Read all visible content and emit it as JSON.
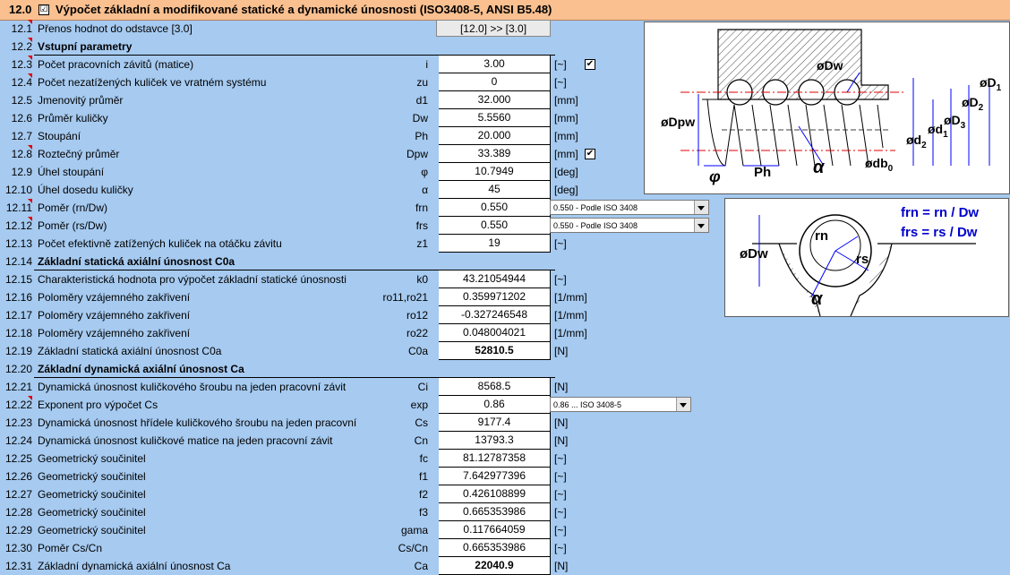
{
  "header": {
    "number": "12.0",
    "checkbox": "☑",
    "title": "Výpočet základní a modifikované statické a dynamické únosnosti (ISO3408-5, ANSI B5.48)"
  },
  "rows": [
    {
      "id": "12.1",
      "label": "Přenos hodnot do odstavce [3.0]",
      "button": "[12.0] >> [3.0]"
    },
    {
      "id": "12.2",
      "label": "Vstupní parametry"
    },
    {
      "id": "12.3",
      "label": "Počet pracovních závitů (matice)",
      "sym": "i",
      "value": "3.00",
      "unit": "[~]",
      "check": "✔"
    },
    {
      "id": "12.4",
      "label": "Počet nezatížených kuliček ve vratném systému",
      "sym": "zu",
      "value": "0",
      "unit": "[~]"
    },
    {
      "id": "12.5",
      "label": "Jmenovitý průměr",
      "sym": "d1",
      "value": "32.000",
      "unit": "[mm]"
    },
    {
      "id": "12.6",
      "label": "Průměr kuličky",
      "sym": "Dw",
      "value": "5.5560",
      "unit": "[mm]"
    },
    {
      "id": "12.7",
      "label": "Stoupání",
      "sym": "Ph",
      "value": "20.000",
      "unit": "[mm]"
    },
    {
      "id": "12.8",
      "label": "Roztečný průměr",
      "sym": "Dpw",
      "value": "33.389",
      "unit": "[mm]",
      "check": "✔"
    },
    {
      "id": "12.9",
      "label": "Úhel stoupání",
      "sym": "φ",
      "value": "10.7949",
      "unit": "[deg]"
    },
    {
      "id": "12.10",
      "label": "Úhel dosedu kuličky",
      "sym": "α",
      "value": "45",
      "unit": "[deg]"
    },
    {
      "id": "12.11",
      "label": "Poměr (rn/Dw)",
      "sym": "frn",
      "value": "0.550",
      "select": "0.550 - Podle ISO 3408"
    },
    {
      "id": "12.12",
      "label": "Poměr (rs/Dw)",
      "sym": "frs",
      "value": "0.550",
      "select": "0.550 - Podle ISO 3408"
    },
    {
      "id": "12.13",
      "label": "Počet efektivně zatížených kuliček na otáčku závitu",
      "sym": "z1",
      "value": "19",
      "unit": "[~]"
    },
    {
      "id": "12.14",
      "label": "Základní statická axiální únosnost C0a"
    },
    {
      "id": "12.15",
      "label": "Charakteristická hodnota pro výpočet základní statické únosnosti",
      "sym": "k0",
      "value": "43.21054944",
      "unit": "[~]"
    },
    {
      "id": "12.16",
      "label": "Poloměry vzájemného zakřivení",
      "sym": "ro11,ro21",
      "value": "0.359971202",
      "unit": "[1/mm]"
    },
    {
      "id": "12.17",
      "label": "Poloměry vzájemného zakřivení",
      "sym": "ro12",
      "value": "-0.327246548",
      "unit": "[1/mm]"
    },
    {
      "id": "12.18",
      "label": "Poloměry vzájemného zakřivení",
      "sym": "ro22",
      "value": "0.048004021",
      "unit": "[1/mm]"
    },
    {
      "id": "12.19",
      "label": "Základní statická axiální únosnost C0a",
      "sym": "C0a",
      "value": "52810.5",
      "unit": "[N]",
      "bold": true
    },
    {
      "id": "12.20",
      "label": "Základní dynamická axiální únosnost Ca"
    },
    {
      "id": "12.21",
      "label": "Dynamická únosnost kuličkového šroubu na jeden pracovní závit",
      "sym": "Ci",
      "value": "8568.5",
      "unit": "[N]"
    },
    {
      "id": "12.22",
      "label": "Exponent pro výpočet Cs",
      "sym": "exp",
      "value": "0.86",
      "select": "0.86 ... ISO 3408-5"
    },
    {
      "id": "12.23",
      "label": "Dynamická únosnost hřídele kuličkového šroubu na jeden pracovní",
      "sym": "Cs",
      "value": "9177.4",
      "unit": "[N]"
    },
    {
      "id": "12.24",
      "label": "Dynamická únosnost kuličkové matice na jeden pracovní závit",
      "sym": "Cn",
      "value": "13793.3",
      "unit": "[N]"
    },
    {
      "id": "12.25",
      "label": "Geometrický součinitel",
      "sym": "fc",
      "value": "81.12787358",
      "unit": "[~]"
    },
    {
      "id": "12.26",
      "label": "Geometrický součinitel",
      "sym": "f1",
      "value": "7.642977396",
      "unit": "[~]"
    },
    {
      "id": "12.27",
      "label": "Geometrický součinitel",
      "sym": "f2",
      "value": "0.426108899",
      "unit": "[~]"
    },
    {
      "id": "12.28",
      "label": "Geometrický součinitel",
      "sym": "f3",
      "value": "0.665353986",
      "unit": "[~]"
    },
    {
      "id": "12.29",
      "label": "Geometrický součinitel",
      "sym": "gama",
      "value": "0.117664059",
      "unit": "[~]"
    },
    {
      "id": "12.30",
      "label": "Poměr Cs/Cn",
      "sym": "Cs/Cn",
      "value": "0.665353986",
      "unit": "[~]"
    },
    {
      "id": "12.31",
      "label": "Základní dynamická axiální únosnost Ca",
      "sym": "Ca",
      "value": "22040.9",
      "unit": "[N]",
      "bold": true
    }
  ],
  "figure1": {
    "dw": "øDw",
    "dpw": "øDpw",
    "d1": "øD",
    "d1s": "1",
    "d2": "øD",
    "d2s": "2",
    "d3": "øD",
    "d3s": "3",
    "dd1": "ød",
    "dd1s": "1",
    "dd2": "ød",
    "dd2s": "2",
    "db0": "ødb",
    "db0s": "0",
    "ph": "Ph",
    "phi": "φ",
    "alpha": "α"
  },
  "figure2": {
    "f1": "frn = rn / Dw",
    "f2": "frs = rs / Dw",
    "rn": "rn",
    "rs": "rs",
    "dw": "øDw",
    "alpha": "α"
  }
}
